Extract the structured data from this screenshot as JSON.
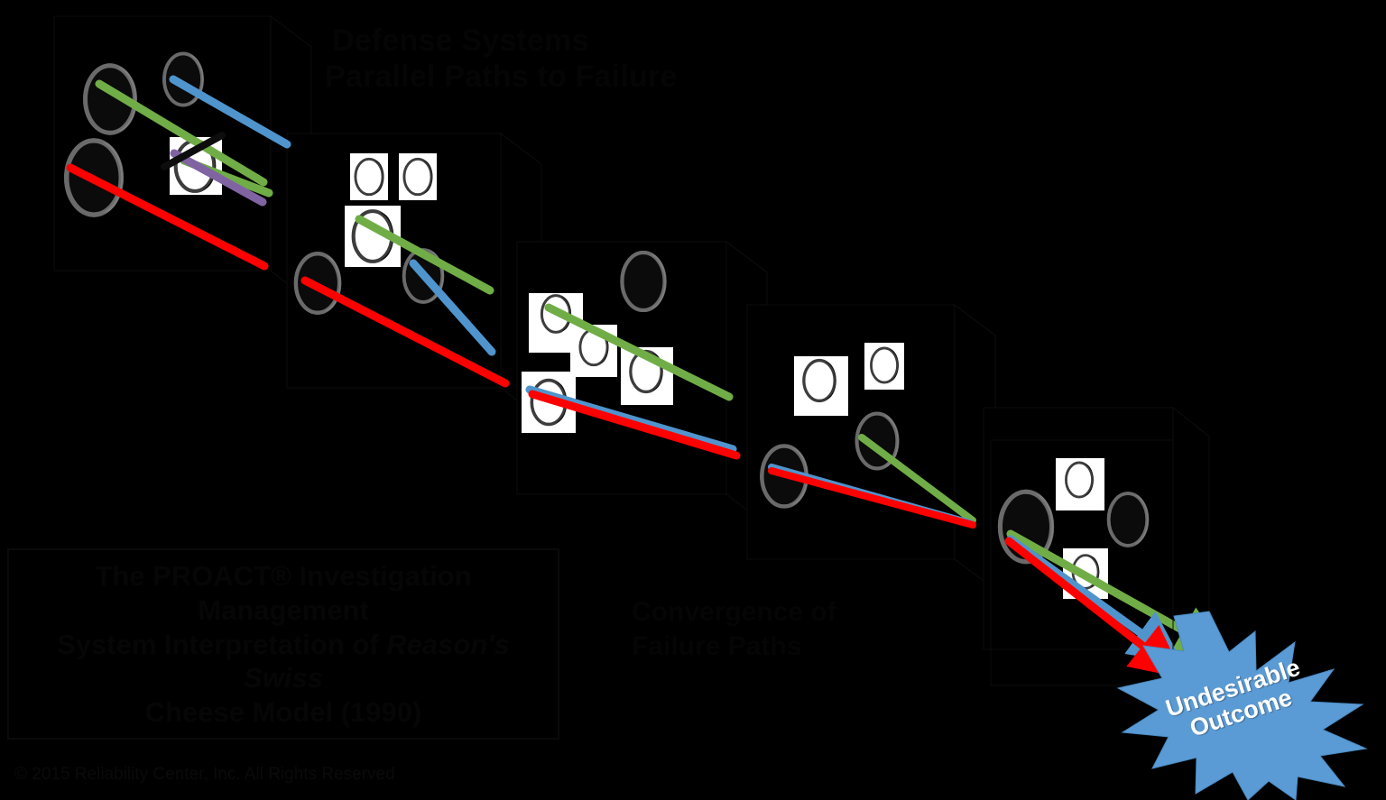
{
  "slide": {
    "background_color": "#000000",
    "headings": {
      "line1": "Defense Systems",
      "line2": "Parallel Paths to Failure"
    },
    "convergence_label": {
      "line1": "Convergence of",
      "line2": "Failure Paths"
    },
    "callout": {
      "line1": "The PROACT® Investigation Management",
      "line2_plain": "System Interpretation of ",
      "line2_italic": "Reason's Swiss",
      "line3": "Cheese Model (1990)"
    },
    "outcome_star": {
      "line1": "Undesirable",
      "line2": "Outcome",
      "fill": "#5b9bd5",
      "text_color": "#ffffff"
    },
    "copyright": "© 2015 Reliability Center, Inc. All Rights Reserved"
  },
  "colors": {
    "path_green": "#70ad47",
    "path_blue": "#4f94cd",
    "path_red": "#ff0000",
    "path_purple": "#8064a2",
    "slice_fill": "#000000",
    "hole_highlight": "#ffffff",
    "hole_ring": "#585858"
  },
  "diagram": {
    "type": "swiss-cheese-model",
    "slice_count": 6,
    "path_count": 4,
    "paths": [
      {
        "name": "green-path",
        "color": "#70ad47",
        "label": "failure-path-green",
        "blocked": false
      },
      {
        "name": "blue-path",
        "color": "#4f94cd",
        "label": "failure-path-blue",
        "blocked": false
      },
      {
        "name": "red-path",
        "color": "#ff0000",
        "label": "failure-path-red",
        "blocked": false
      },
      {
        "name": "purple-path",
        "color": "#8064a2",
        "label": "failure-path-purple",
        "blocked": true
      }
    ],
    "slices": [
      {
        "index": 1,
        "name": "defense-slice-1",
        "holes": 4
      },
      {
        "index": 2,
        "name": "defense-slice-2",
        "holes": 5
      },
      {
        "index": 3,
        "name": "defense-slice-3",
        "holes": 6
      },
      {
        "index": 4,
        "name": "defense-slice-4",
        "holes": 4
      },
      {
        "index": 5,
        "name": "defense-slice-5",
        "holes": 4
      },
      {
        "index": 6,
        "name": "defense-slice-6",
        "holes": 4
      }
    ]
  }
}
